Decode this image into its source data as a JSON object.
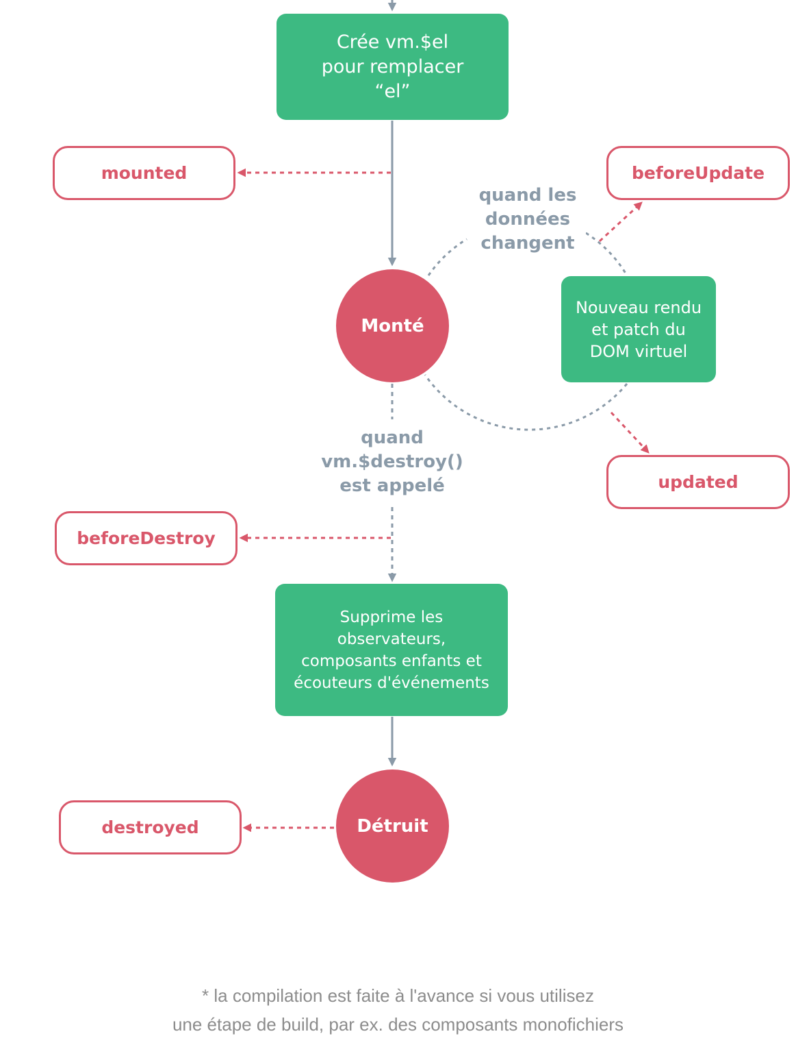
{
  "nodes": {
    "create_el": {
      "text": "Crée vm.$el\npour remplacer\n“el”"
    },
    "mounted_state": {
      "text": "Monté"
    },
    "rerender": {
      "text": "Nouveau rendu\net patch du\nDOM virtuel"
    },
    "teardown": {
      "text": "Supprime les\nobservateurs,\ncomposants enfants et\nécouteurs d'événements"
    },
    "destroyed_state": {
      "text": "Détruit"
    }
  },
  "hooks": {
    "mounted": "mounted",
    "before_update": "beforeUpdate",
    "updated": "updated",
    "before_destroy": "beforeDestroy",
    "destroyed": "destroyed"
  },
  "labels": {
    "when_data_changes": "quand les\ndonnées\nchangent",
    "when_destroy_called": "quand\nvm.$destroy()\nest appelé"
  },
  "footnote": {
    "line1": "* la compilation est faite à l'avance si vous utilisez",
    "line2": "une étape de build, par ex. des composants monofichiers"
  },
  "colors": {
    "green": "#3dba82",
    "red": "#d9576a",
    "gray": "#8a9aa8"
  }
}
